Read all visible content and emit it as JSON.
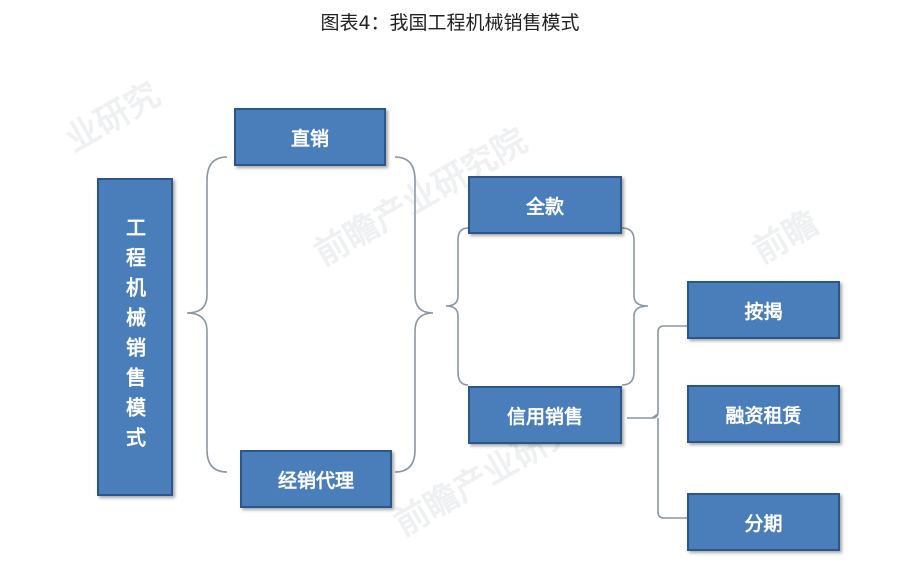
{
  "title": "图表4：我国工程机械销售模式",
  "root": "工程机械销售模式",
  "channels": [
    "直销",
    "经销代理"
  ],
  "payment": [
    "全款",
    "信用销售"
  ],
  "credit": [
    "按揭",
    "融资租赁",
    "分期"
  ],
  "colors": {
    "box": "#4a7ebb",
    "border": "#2c5687",
    "line": "#8a96a6"
  }
}
